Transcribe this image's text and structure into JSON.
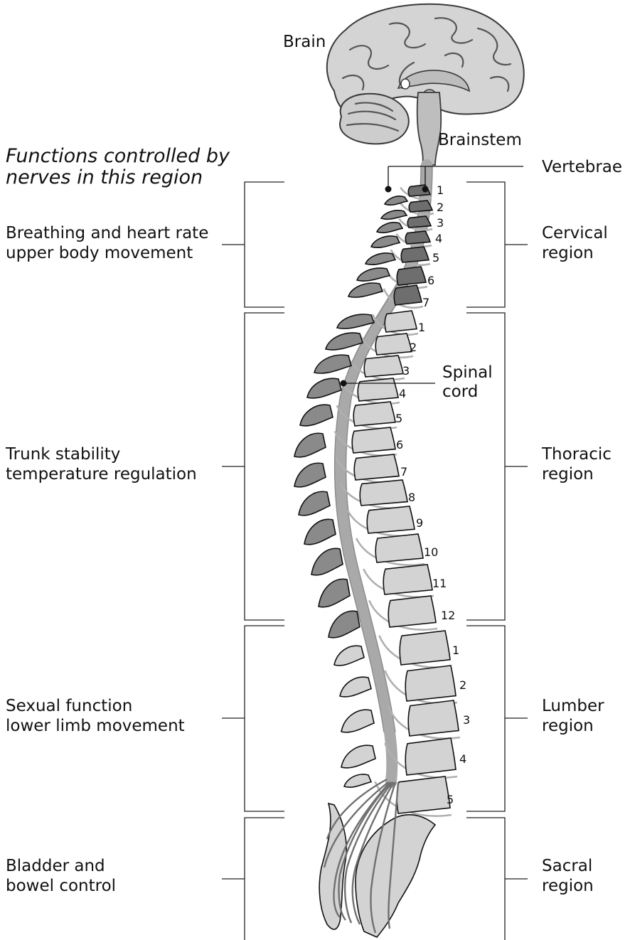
{
  "labels": {
    "brain": "Brain",
    "brainstem": "Brainstem",
    "vertebrae": "Vertebrae",
    "spinal_cord_line1": "Spinal",
    "spinal_cord_line2": "cord"
  },
  "functions_header": {
    "line1": "Functions controlled by",
    "line2": "nerves in this region"
  },
  "functions": [
    {
      "line1": "Breathing and heart rate",
      "line2": "upper body movement"
    },
    {
      "line1": "Trunk stability",
      "line2": "temperature regulation"
    },
    {
      "line1": "Sexual function",
      "line2": "lower limb movement"
    },
    {
      "line1": "Bladder and",
      "line2": "bowel control"
    }
  ],
  "regions": [
    {
      "line1": "Cervical",
      "line2": "region"
    },
    {
      "line1": "Thoracic",
      "line2": "region"
    },
    {
      "line1": "Lumber",
      "line2": "region"
    },
    {
      "line1": "Sacral",
      "line2": "region"
    }
  ],
  "vertebra_numbers": {
    "cervical": [
      "1",
      "2",
      "3",
      "4",
      "5",
      "6",
      "7"
    ],
    "thoracic": [
      "1",
      "2",
      "3",
      "4",
      "5",
      "6",
      "7",
      "8",
      "9",
      "10",
      "11",
      "12"
    ],
    "lumbar": [
      "1",
      "2",
      "3",
      "4",
      "5"
    ]
  },
  "colors": {
    "cervical_vertebra": "#6e6e6e",
    "vertebra_body": "#d3d3d3",
    "spinous_process": "#8a8a8a",
    "spinal_cord": "#a9a9a9",
    "brain": "#d4d4d4"
  }
}
